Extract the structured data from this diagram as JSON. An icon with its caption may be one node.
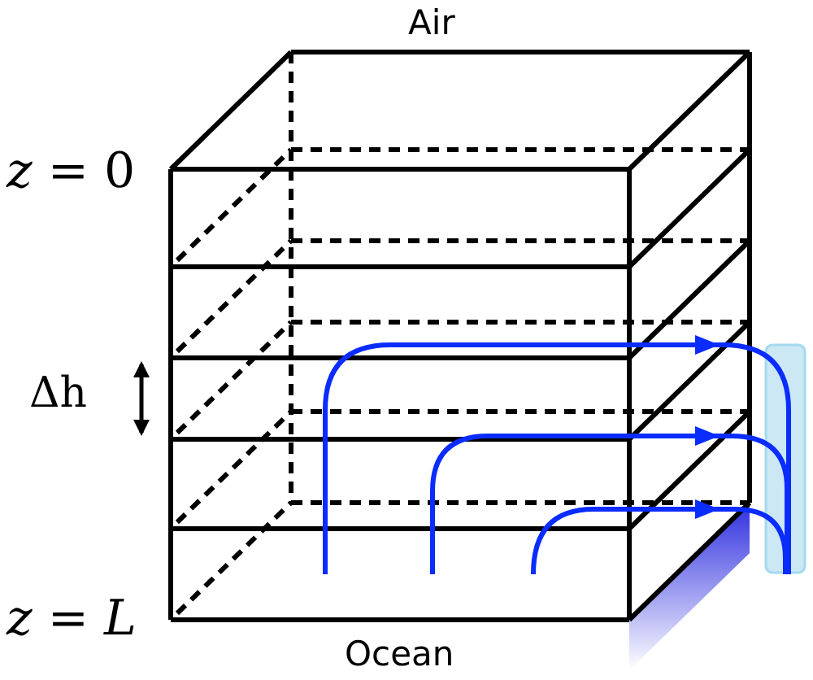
{
  "diagram": {
    "labels": [
      "Air",
      "*z* = 0",
      "Δh",
      "*z* = *L*",
      "Ocean"
    ]
  }
}
